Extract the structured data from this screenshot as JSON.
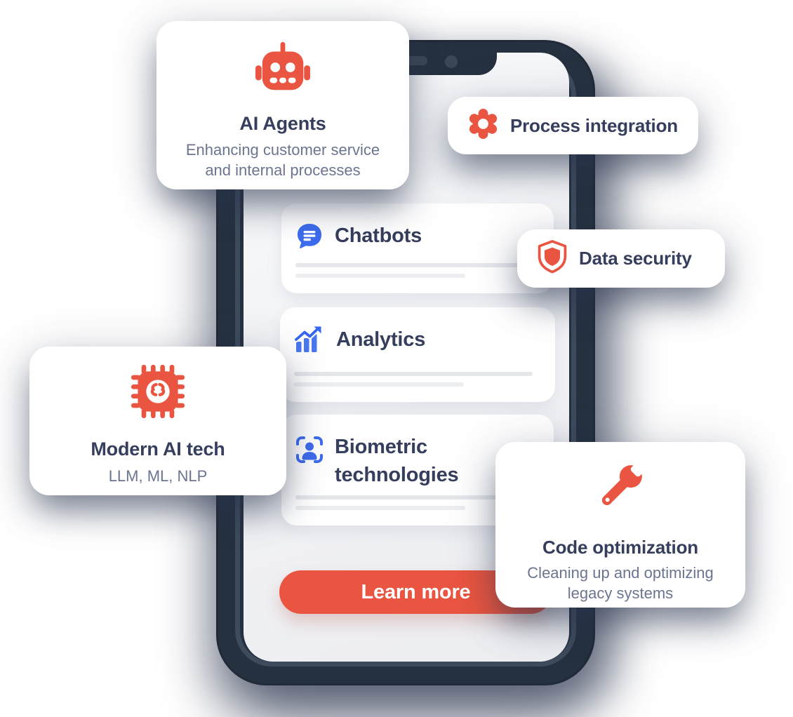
{
  "colors": {
    "accent_orange": "#E95540",
    "icon_blue": "#3D6CEE",
    "title_navy": "#353E5C",
    "subtitle_gray": "#6B7590",
    "phone_frame": "#263140",
    "phone_bezel": "#3E4B5D",
    "screen_bg": "#F2F3F5",
    "placeholder_line": "#E5E7EB"
  },
  "floating_cards": {
    "ai_agents": {
      "icon": "robot-icon",
      "title": "AI Agents",
      "subtitle": "Enhancing customer service and internal processes"
    },
    "process_integration": {
      "icon": "gear-icon",
      "label": "Process integration"
    },
    "data_security": {
      "icon": "shield-icon",
      "label": "Data security"
    },
    "modern_ai_tech": {
      "icon": "chip-icon",
      "title": "Modern AI tech",
      "subtitle": "LLM, ML, NLP"
    },
    "code_optimization": {
      "icon": "wrench-icon",
      "title": "Code optimization",
      "subtitle": "Cleaning up and optimizing legacy systems"
    }
  },
  "phone_screen": {
    "list_items": [
      {
        "icon": "chat-bubble-icon",
        "label": "Chatbots"
      },
      {
        "icon": "analytics-chart-icon",
        "label": "Analytics"
      },
      {
        "icon": "face-scan-icon",
        "label": "Biometric technologies"
      }
    ],
    "cta_label": "Learn more"
  }
}
